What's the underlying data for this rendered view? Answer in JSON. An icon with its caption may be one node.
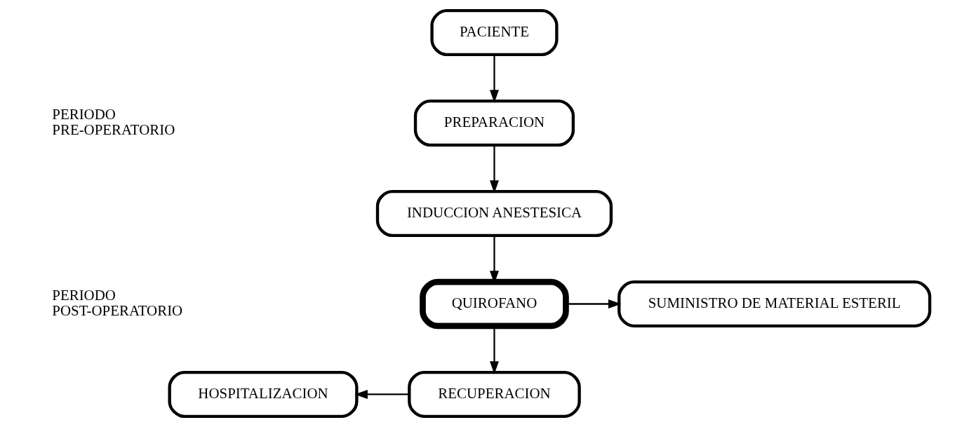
{
  "diagram": {
    "nodes": [
      {
        "text": [
          "PACIENTE"
        ]
      },
      {
        "text": [
          "PREPARACION"
        ]
      },
      {
        "text": [
          "INDUCCION ANESTESICA"
        ]
      },
      {
        "text": [
          "QUIROFANO"
        ]
      },
      {
        "text": [
          "SUMINISTRO DE MATERIAL ESTERIL"
        ]
      },
      {
        "text": [
          "RECUPERACION"
        ]
      },
      {
        "text": [
          "HOSPITALIZACION"
        ]
      }
    ],
    "edges": [
      {
        "from": 0,
        "to": 1,
        "arrow": "to"
      },
      {
        "from": 1,
        "to": 2,
        "arrow": "to"
      },
      {
        "from": 2,
        "to": 3,
        "arrow": "to"
      },
      {
        "from": 3,
        "to": 4,
        "arrow": "to"
      },
      {
        "from": 3,
        "to": 5,
        "arrow": "to"
      },
      {
        "from": 5,
        "to": 6,
        "arrow": "to"
      }
    ],
    "labels": [
      "PERIODO PRE-OPERATORIO",
      "PERIODO POST-OPERATORIO"
    ]
  }
}
